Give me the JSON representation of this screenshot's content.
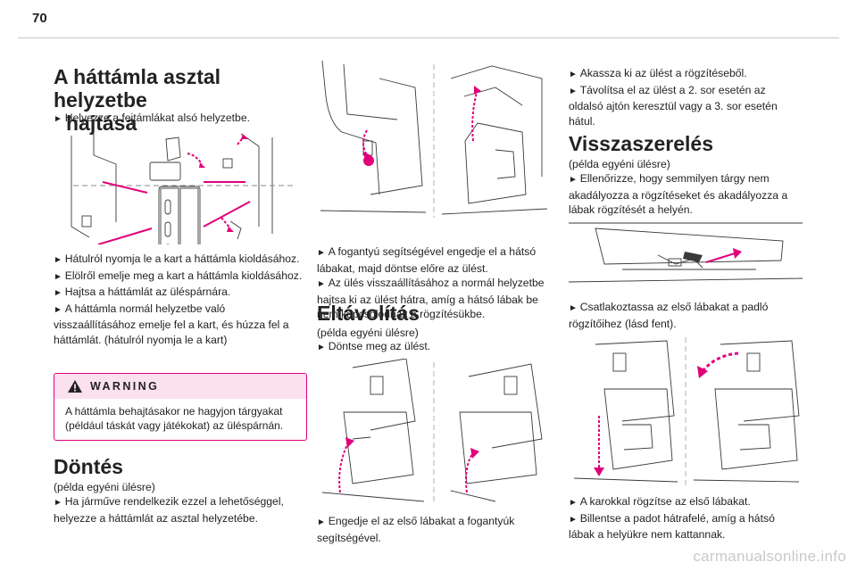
{
  "page": {
    "number": "70",
    "watermark": "carmanualsonline.info"
  },
  "col1": {
    "title_line1": "A háttámla asztal helyzetbe",
    "title_line2": "hajtása",
    "intro": "Helyezze a fejtámlákat alsó helyzetbe.",
    "steps": [
      "Hátulról nyomja le a kart a háttámla kioldásához.",
      "Elölről emelje meg a kart a háttámla kioldásához.",
      "Hajtsa a háttámlát az üléspárnára.",
      "A háttámla normál helyzetbe való visszaállításához emelje fel a kart, és húzza fel a háttámlát. (hátulról nyomja le a kart)"
    ],
    "warning": {
      "title": "WARNING",
      "text": "A háttámla behajtásakor ne hagyjon tárgyakat (például táskát vagy játékokat) az üléspárnán."
    },
    "section_title": "Döntés",
    "section_sub": "(példa egyéni ülésre)",
    "section_step": "Ha járműve rendelkezik ezzel a lehetőséggel, helyezze a háttámlát az asztal helyzetébe."
  },
  "col2": {
    "tilt_steps": [
      "A fogantyú segítségével engedje el a hátsó lábakat, majd döntse előre az ülést.",
      "Az ülés visszaállításához a normál helyzetbe hajtsa ki az ülést hátra, amíg a hátsó lábak be nem kapcsolódnak a rögzítésükbe."
    ],
    "section_title": "Eltávolítás",
    "section_sub": "(példa egyéni ülésre)",
    "section_step": "Döntse meg az ülést.",
    "bottom_step": "Engedje el az első lábakat a fogantyúk segítségével."
  },
  "col3": {
    "steps": [
      "Akassza ki az ülést a rögzítéseből.",
      "Távolítsa el az ülést a 2. sor esetén az oldalsó ajtón keresztül vagy a 3. sor esetén hátul."
    ],
    "section_title": "Visszaszerelés",
    "section_sub": "(példa egyéni ülésre)",
    "section_step": "Ellenőrizze, hogy semmilyen tárgy nem akadályozza a rögzítéseket és akadályozza a lábak rögzítését a helyén.",
    "mid_step": "Csatlakoztassa az első lábakat a padló rögzítőihez (lásd fent).",
    "bottom_steps": [
      "A karokkal rögzítse az első lábakat.",
      "Billentse a padot hátrafelé, amíg a hátsó lábak a helyükre nem kattannak."
    ]
  },
  "colors": {
    "accent": "#e1007a",
    "warning_bg": "#fbe0ee",
    "line_art": "#3a3a3a"
  },
  "icons": [
    "warning-triangle-icon",
    "bullet-arrow-icon"
  ]
}
